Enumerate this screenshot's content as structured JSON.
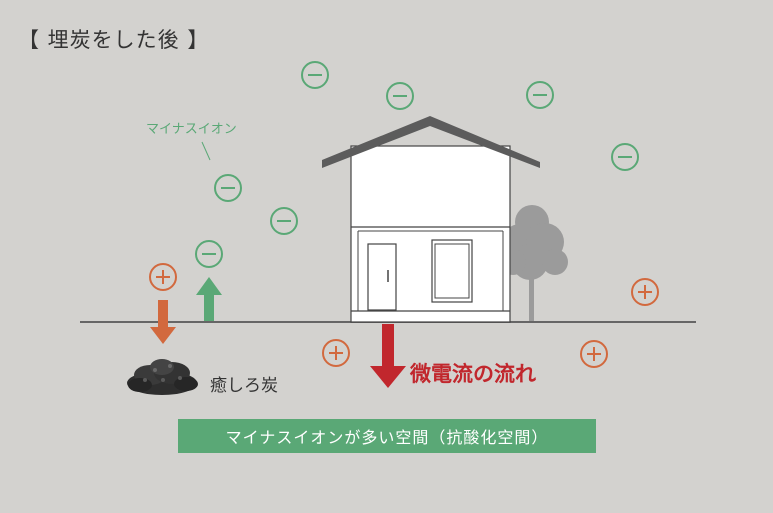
{
  "title": "【 埋炭をした後 】",
  "ion_label": "マイナスイオン",
  "charcoal_label": "癒しろ炭",
  "current_label": "微電流の流れ",
  "banner": "マイナスイオンが多い空間（抗酸化空間）",
  "icons": {
    "minus": "minus-ion-icon",
    "plus": "plus-ion-icon",
    "house": "house-icon",
    "tree": "tree-icon",
    "charcoal": "charcoal-icon"
  },
  "colors": {
    "background": "#d3d2cf",
    "minus_ion": "#5aa876",
    "plus_ion": "#d2693e",
    "current": "#c1272d",
    "banner_bg": "#5aa876",
    "ground": "#666666",
    "tree": "#9b9b9b"
  }
}
